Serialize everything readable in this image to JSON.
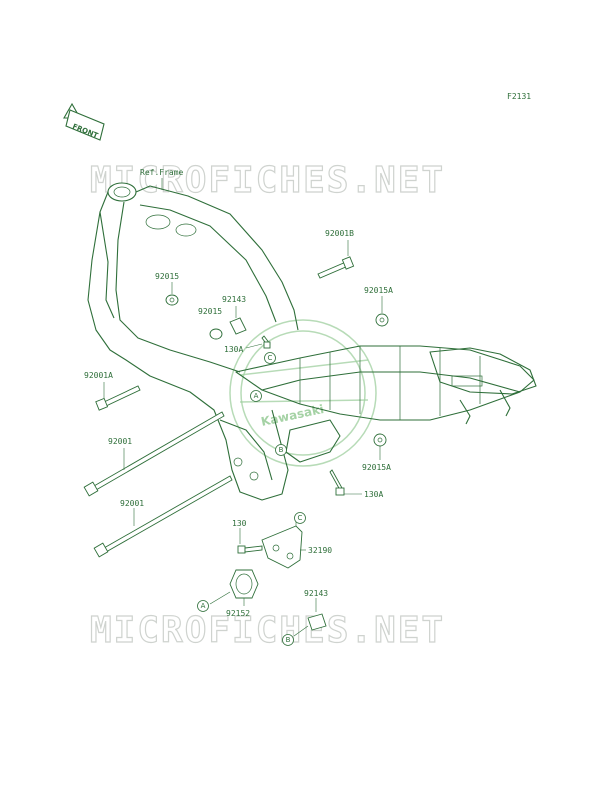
{
  "figure_code": "F2131",
  "front_badge": "FRONT",
  "ref_label": "Ref.Frame",
  "watermark": "MICROFICHES.NET",
  "logo_text": "Kawasaki",
  "parts": {
    "p92001B": "92001B",
    "p92015_left": "92015",
    "p92015A_top": "92015A",
    "p92143_top": "92143",
    "p92015_mid": "92015",
    "p130A_top": "130A",
    "p92001A": "92001A",
    "p92001_a": "92001",
    "p92001_b": "92001",
    "p92015A_right": "92015A",
    "p130A_right": "130A",
    "p130": "130",
    "p32190": "32190",
    "p92152": "92152",
    "p92143_bottom": "92143"
  },
  "callouts": {
    "c_top": "C",
    "a_frame": "A",
    "b_frame": "B",
    "c_bracket": "C",
    "a_bottom": "A",
    "b_bottom": "B"
  },
  "colors": {
    "line": "#2f6f3a",
    "watermark": "#cfd3cf",
    "logo": "#8fc88f"
  }
}
